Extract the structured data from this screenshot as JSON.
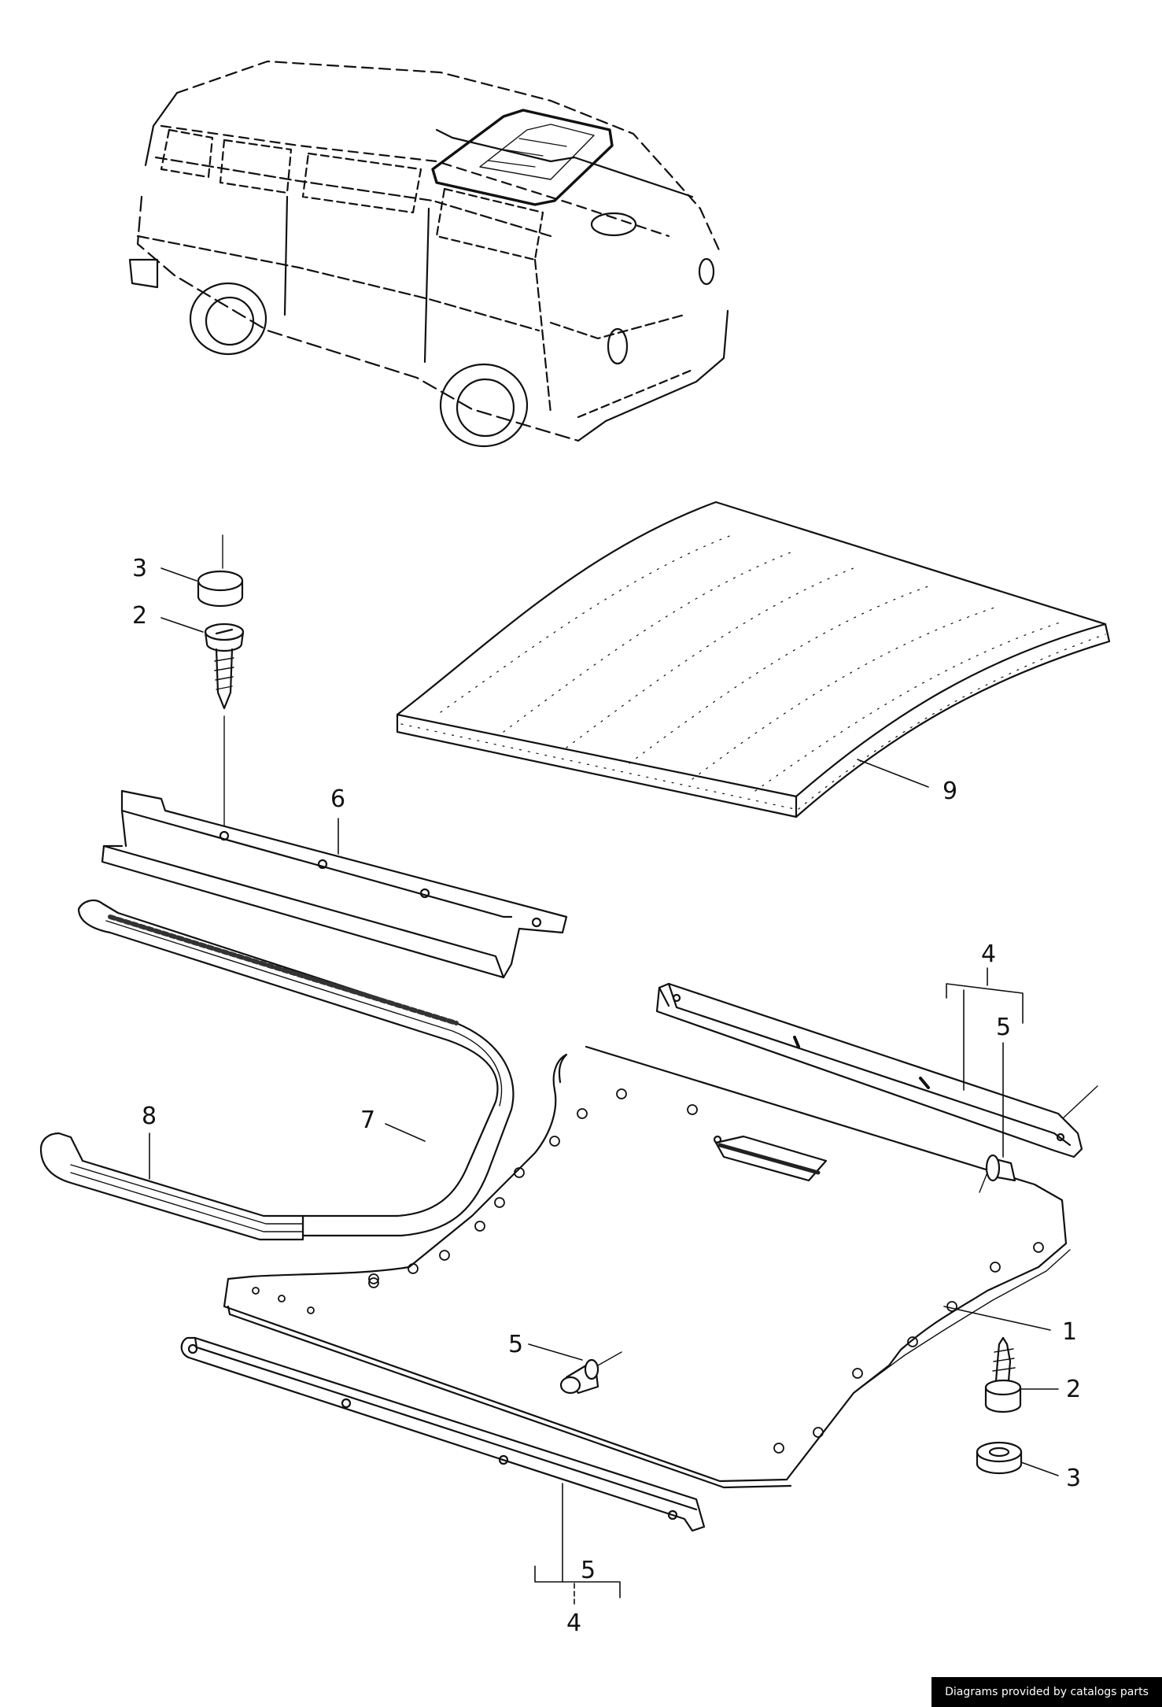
{
  "callouts": {
    "c1": "1",
    "c2a": "2",
    "c2b": "2",
    "c3a": "3",
    "c3b": "3",
    "c4a": "4",
    "c4b": "4",
    "c5a": "5",
    "c5b": "5",
    "c5c": "5",
    "c6": "6",
    "c7": "7",
    "c8": "8",
    "c9": "9"
  },
  "footer": {
    "text": "Diagrams provided by catalogs parts"
  }
}
